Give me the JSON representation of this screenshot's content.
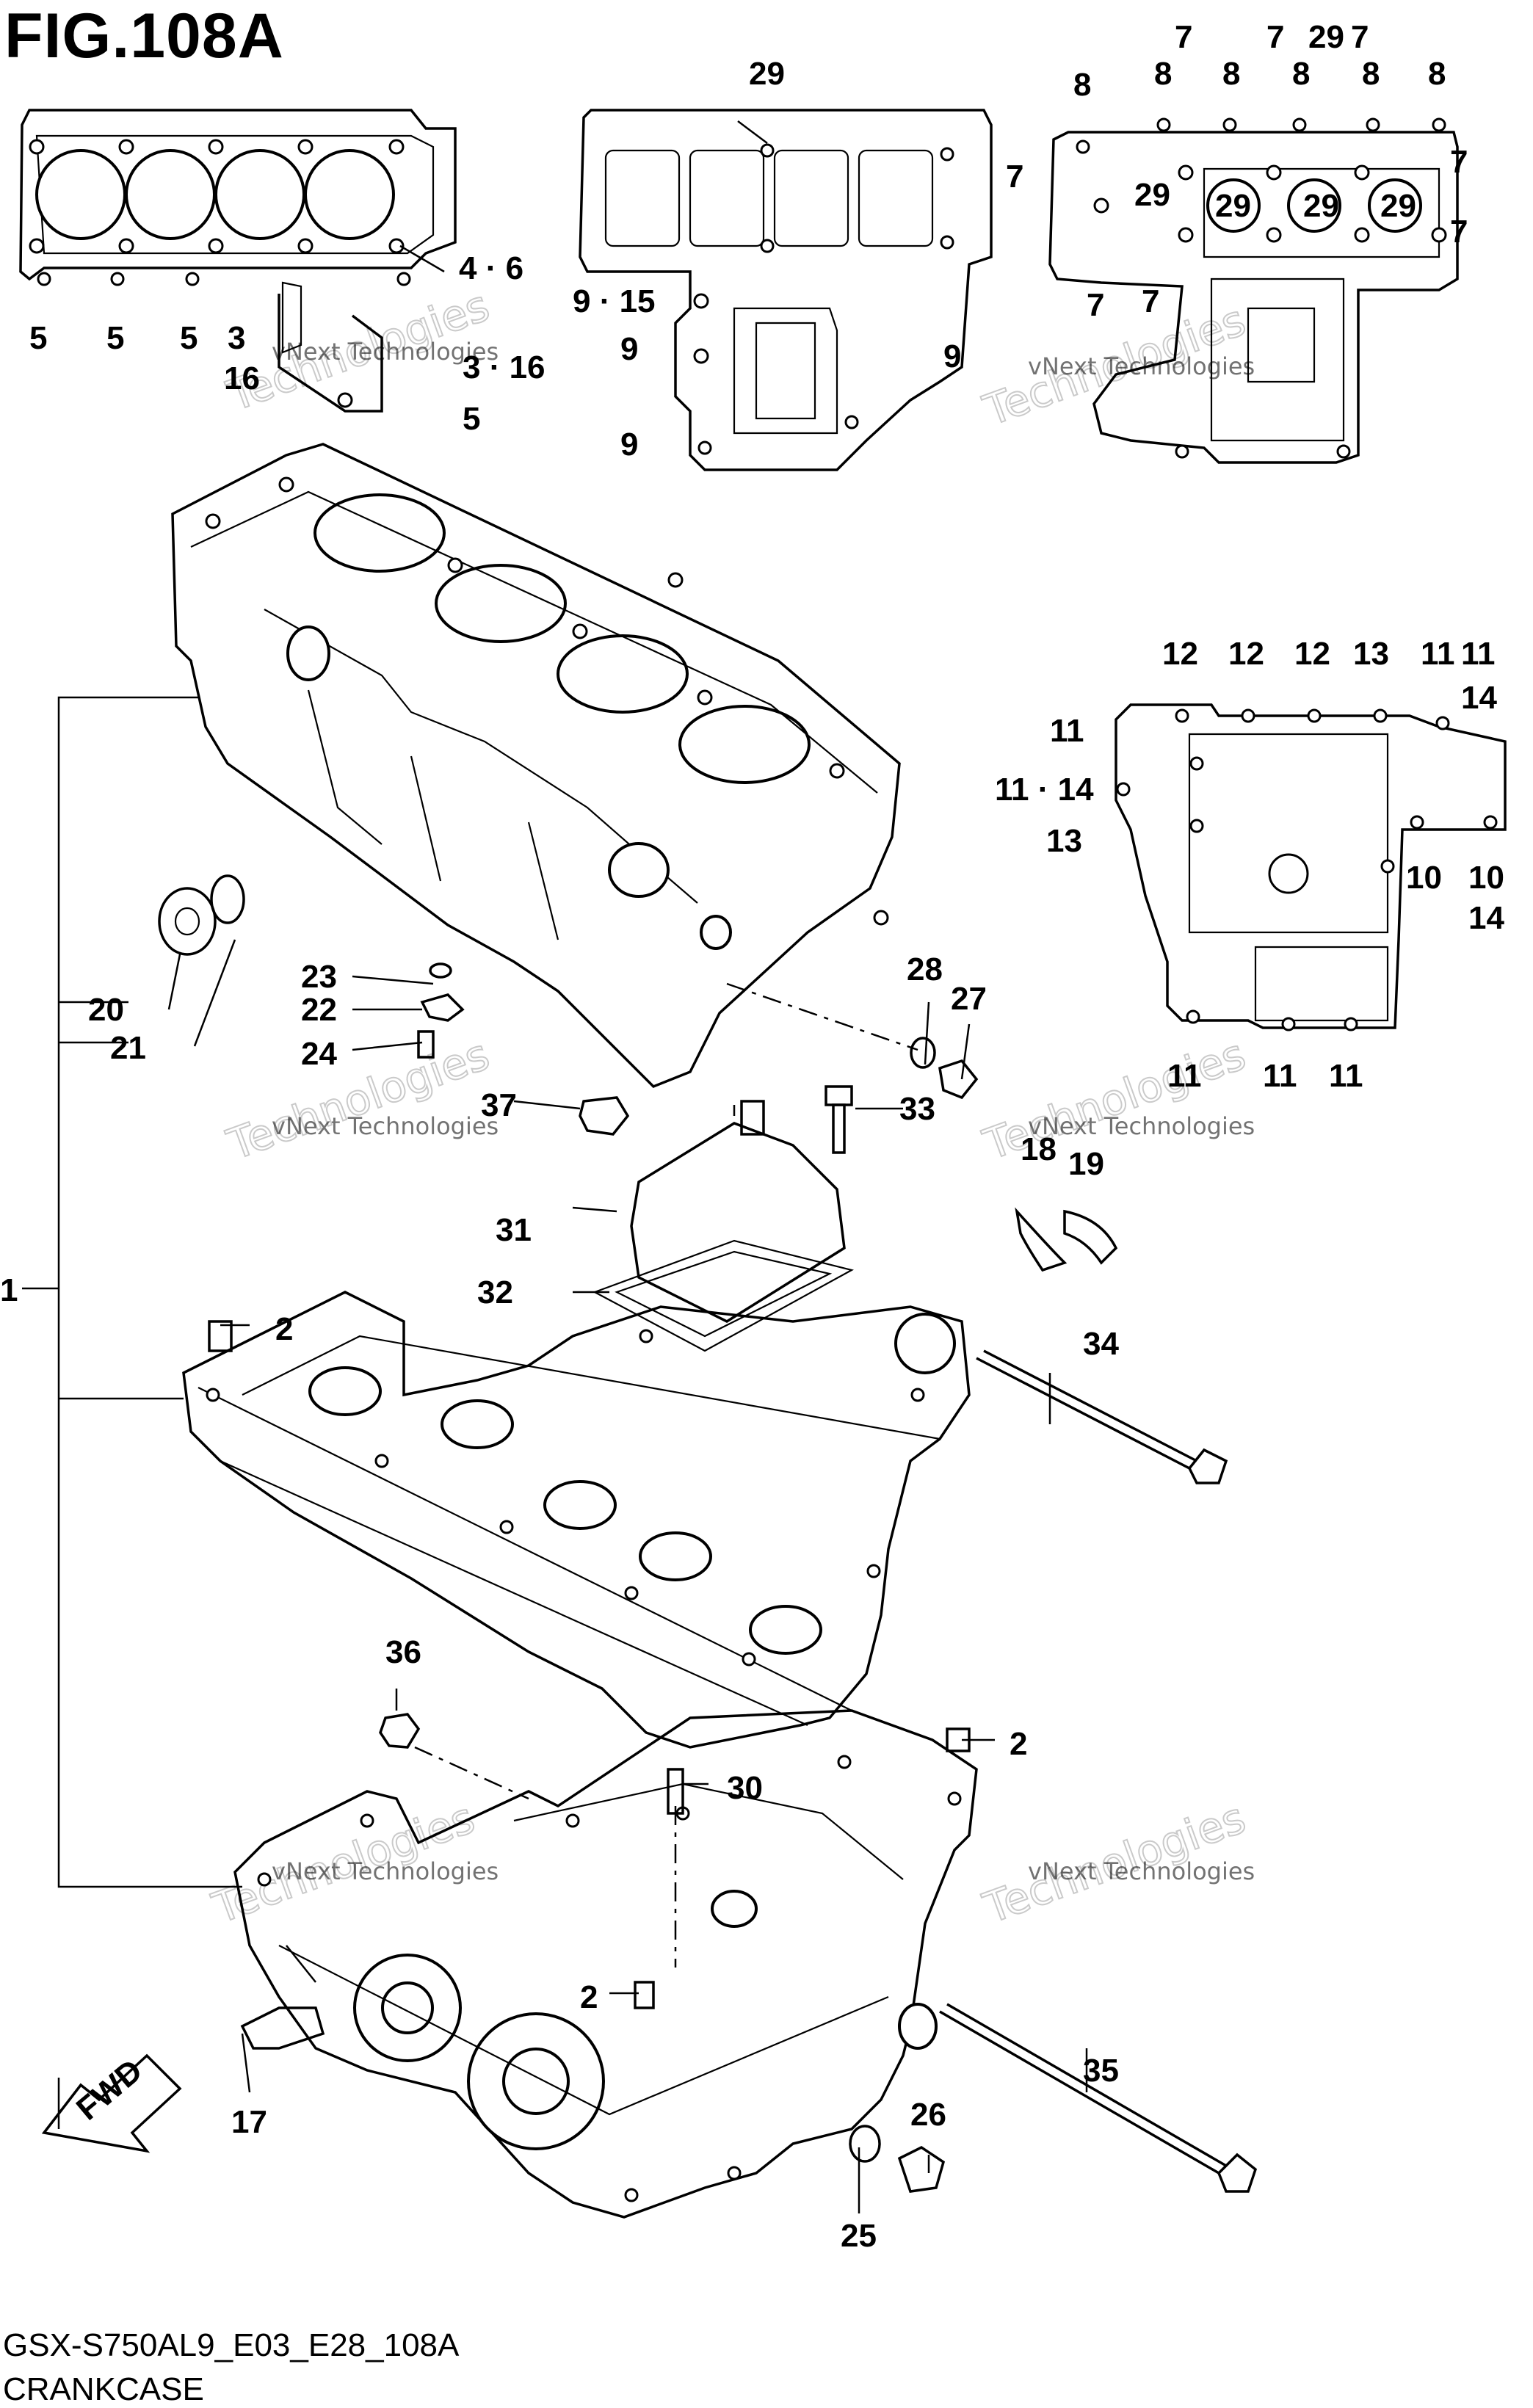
{
  "figure": {
    "title": "FIG.108A",
    "code": "GSX-S750AL9_E03_E28_108A",
    "name": "CRANKCASE"
  },
  "watermark": {
    "small": "vNext Technologies",
    "large": "Technologies"
  },
  "fwd_label": "FWD",
  "callouts": {
    "p1": "1",
    "p2a": "2",
    "p2b": "2",
    "p2c": "2",
    "p3": "3",
    "p3_16": "3 · 16",
    "p4_6": "4 · 6",
    "p5a": "5",
    "p5b": "5",
    "p5c": "5",
    "p5d": "5",
    "p7a": "7",
    "p7b": "7",
    "p7c": "7",
    "p7d": "7",
    "p7e": "7",
    "p7f": "7",
    "p7g": "7",
    "p7h": "7",
    "p8a": "8",
    "p8b": "8",
    "p8c": "8",
    "p8d": "8",
    "p8e": "8",
    "p8f": "8",
    "p9_15": "9 · 15",
    "p9a": "9",
    "p9b": "9",
    "p9c": "9",
    "p10a": "10",
    "p10b": "10",
    "p11a": "11",
    "p11b": "11",
    "p11c": "11",
    "p11d": "11",
    "p11e": "11",
    "p11f": "11",
    "p11_14": "11 · 14",
    "p12a": "12",
    "p12b": "12",
    "p12c": "12",
    "p13a": "13",
    "p13b": "13",
    "p14a": "14",
    "p14b": "14",
    "p16": "16",
    "p17": "17",
    "p18": "18",
    "p19": "19",
    "p20": "20",
    "p21": "21",
    "p22": "22",
    "p23": "23",
    "p24": "24",
    "p25": "25",
    "p26": "26",
    "p27": "27",
    "p28": "28",
    "p29a": "29",
    "p29b": "29",
    "p29c": "29",
    "p29d": "29",
    "p29e": "29",
    "p29f": "29",
    "p30": "30",
    "p31": "31",
    "p32": "32",
    "p33": "33",
    "p34": "34",
    "p35": "35",
    "p36": "36",
    "p37": "37"
  }
}
